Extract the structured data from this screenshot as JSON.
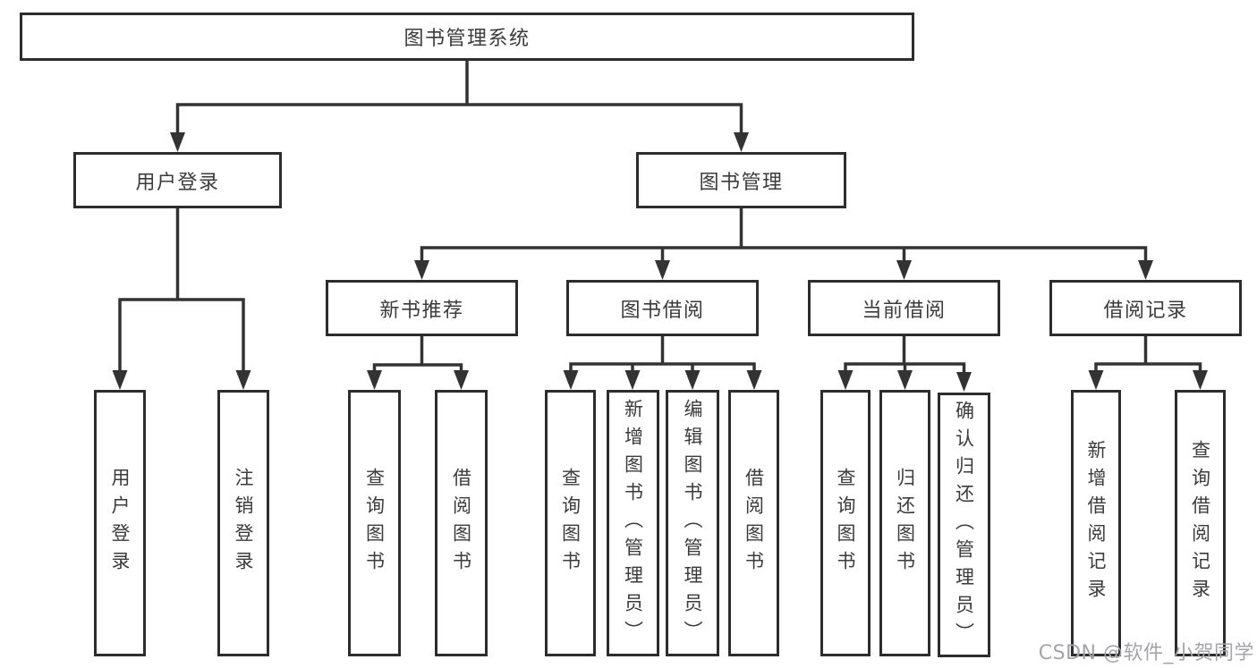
{
  "diagram": {
    "type": "hierarchy-tree",
    "colors": {
      "line": "#333333",
      "box_border": "#2d2d2d",
      "text": "#3b3b3b",
      "background": "#ffffff",
      "watermark": "#a5a5a9"
    }
  },
  "tree": {
    "label": "图书管理系统",
    "children": [
      {
        "label": "用户登录",
        "children": [
          {
            "label": "用户登录"
          },
          {
            "label": "注销登录"
          }
        ]
      },
      {
        "label": "图书管理",
        "children": [
          {
            "label": "新书推荐",
            "children": [
              {
                "label": "查询图书"
              },
              {
                "label": "借阅图书"
              }
            ]
          },
          {
            "label": "图书借阅",
            "children": [
              {
                "label": "查询图书"
              },
              {
                "label": "新增图书（管理员）"
              },
              {
                "label": "编辑图书（管理员）"
              },
              {
                "label": "借阅图书"
              }
            ]
          },
          {
            "label": "当前借阅",
            "children": [
              {
                "label": "查询图书"
              },
              {
                "label": "归还图书"
              },
              {
                "label": "确认归还（管理员）"
              }
            ]
          },
          {
            "label": "借阅记录",
            "children": [
              {
                "label": "新增借阅记录"
              },
              {
                "label": "查询借阅记录"
              }
            ]
          }
        ]
      }
    ]
  },
  "watermark": {
    "text": "CSDN @软件_小贺同学"
  }
}
